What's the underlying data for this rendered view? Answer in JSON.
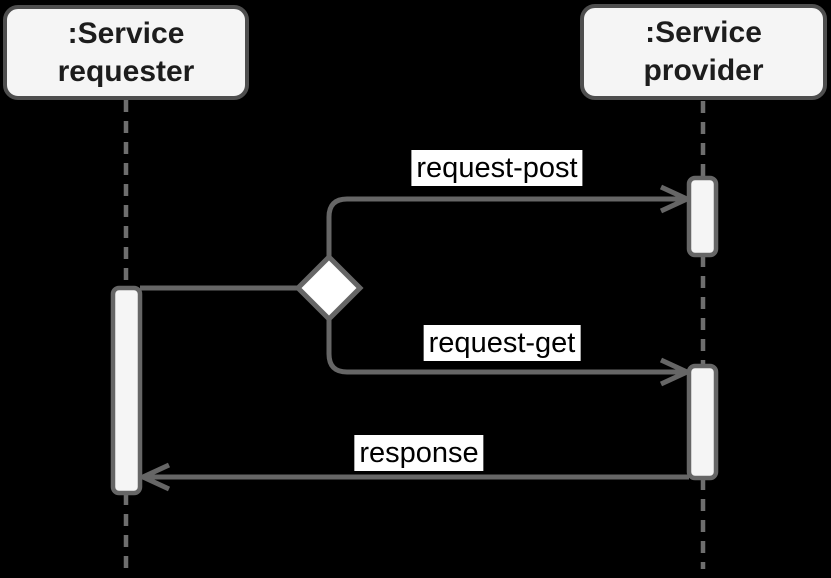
{
  "diagram": {
    "kind": "uml-sequence",
    "participants": [
      {
        "line1": ":Service",
        "line2": "requester"
      },
      {
        "line1": ":Service",
        "line2": "provider"
      }
    ],
    "messages": [
      {
        "label": "request-post",
        "from": "requester",
        "to": "provider"
      },
      {
        "label": "request-get",
        "from": "requester",
        "to": "provider"
      },
      {
        "label": "response",
        "from": "provider",
        "to": "requester"
      }
    ],
    "colors": {
      "background": "#000000",
      "arrow_stroke": "#666666",
      "lifeline_stroke": "#6e6e6e",
      "node_fill": "#f5f5f5",
      "node_border": "#4e4e4e",
      "diamond_fill": "#ffffff",
      "label_background": "#ffffff",
      "label_text": "#000000",
      "head_text": "#1d1d1d"
    }
  }
}
